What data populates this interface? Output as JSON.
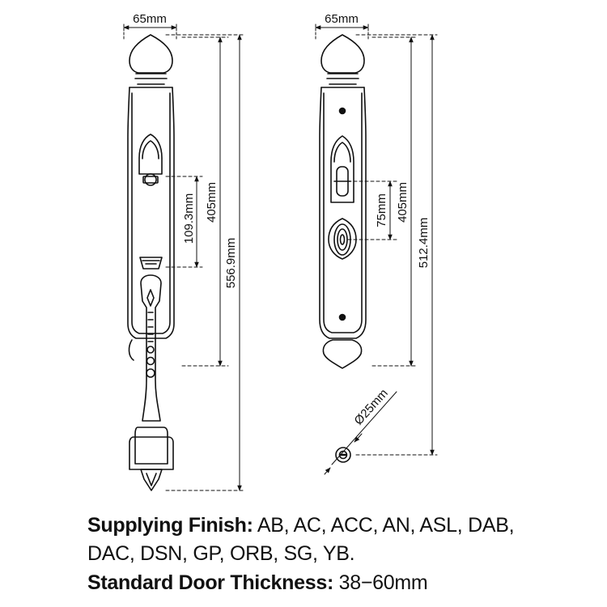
{
  "dimensions": {
    "left_width": "65mm",
    "right_width": "65mm",
    "left_inner_height": "109.3mm",
    "left_mid_height": "405mm",
    "left_total_height": "556.9mm",
    "right_inner_height": "75mm",
    "right_mid_height": "405mm",
    "right_total_height": "512.4mm",
    "cylinder_diameter": "Ø25mm"
  },
  "specs": {
    "finish_label": "Supplying Finish:",
    "finish_values_line1": "AB, AC, ACC, AN, ASL, DAB,",
    "finish_values_line2": "DAC, DSN, GP, ORB, SG, YB.",
    "thickness_label": "Standard Door Thickness:",
    "thickness_value": "38−60mm"
  },
  "colors": {
    "line": "#111111",
    "background": "#ffffff"
  }
}
